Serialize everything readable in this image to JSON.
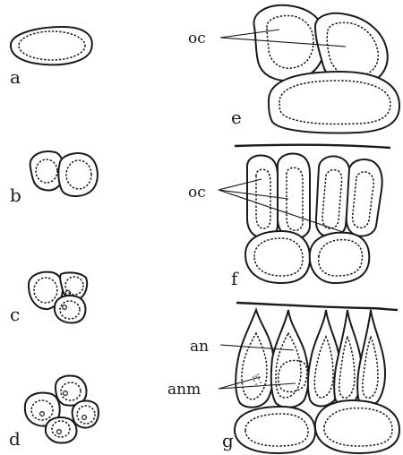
{
  "panels": {
    "a": "a",
    "b": "b",
    "c": "c",
    "d": "d",
    "e": "e",
    "f": "f",
    "g": "g"
  },
  "callouts": {
    "oc_top": "oc",
    "oc_mid": "oc",
    "an": "an",
    "anm": "anm"
  }
}
